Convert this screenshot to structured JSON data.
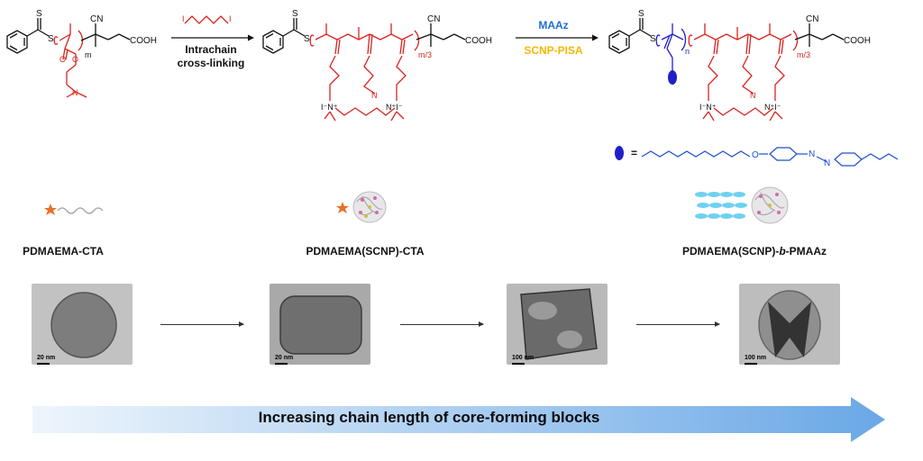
{
  "scheme": {
    "reagent_1": "Intrachain",
    "reagent_1b": "cross-linking",
    "reagent_2_top": "MAAz",
    "reagent_2_bottom": "SCNP-PISA",
    "legend_eq": "=",
    "colors": {
      "red": "#d8231f",
      "blue": "#2020c8",
      "gold": "#f5b800",
      "cyanblue": "#1f6fd6"
    }
  },
  "chem_labels": {
    "S": "S",
    "CN": "CN",
    "COOH": "COOH",
    "m": "m",
    "m3": "m/3",
    "n": "n",
    "N": "N",
    "I_plus": "I⁻N⁺",
    "N_plus_I": "N⁺I⁻",
    "O": "O",
    "N_azo1": "N",
    "N_azo2": "N",
    "O_ether": "O"
  },
  "labels": {
    "cta": "PDMAEMA-CTA",
    "scnp_cta": "PDMAEMA(SCNP)-CTA",
    "block_pre": "PDMAEMA(SCNP)-",
    "block_italic": "b",
    "block_post": "-PMAAz"
  },
  "tem": [
    {
      "scale": "20 nm"
    },
    {
      "scale": "20 nm"
    },
    {
      "scale": "100 nm"
    },
    {
      "scale": "100 nm"
    }
  ],
  "bottom_arrow": {
    "text": "Increasing chain length of core-forming blocks"
  }
}
